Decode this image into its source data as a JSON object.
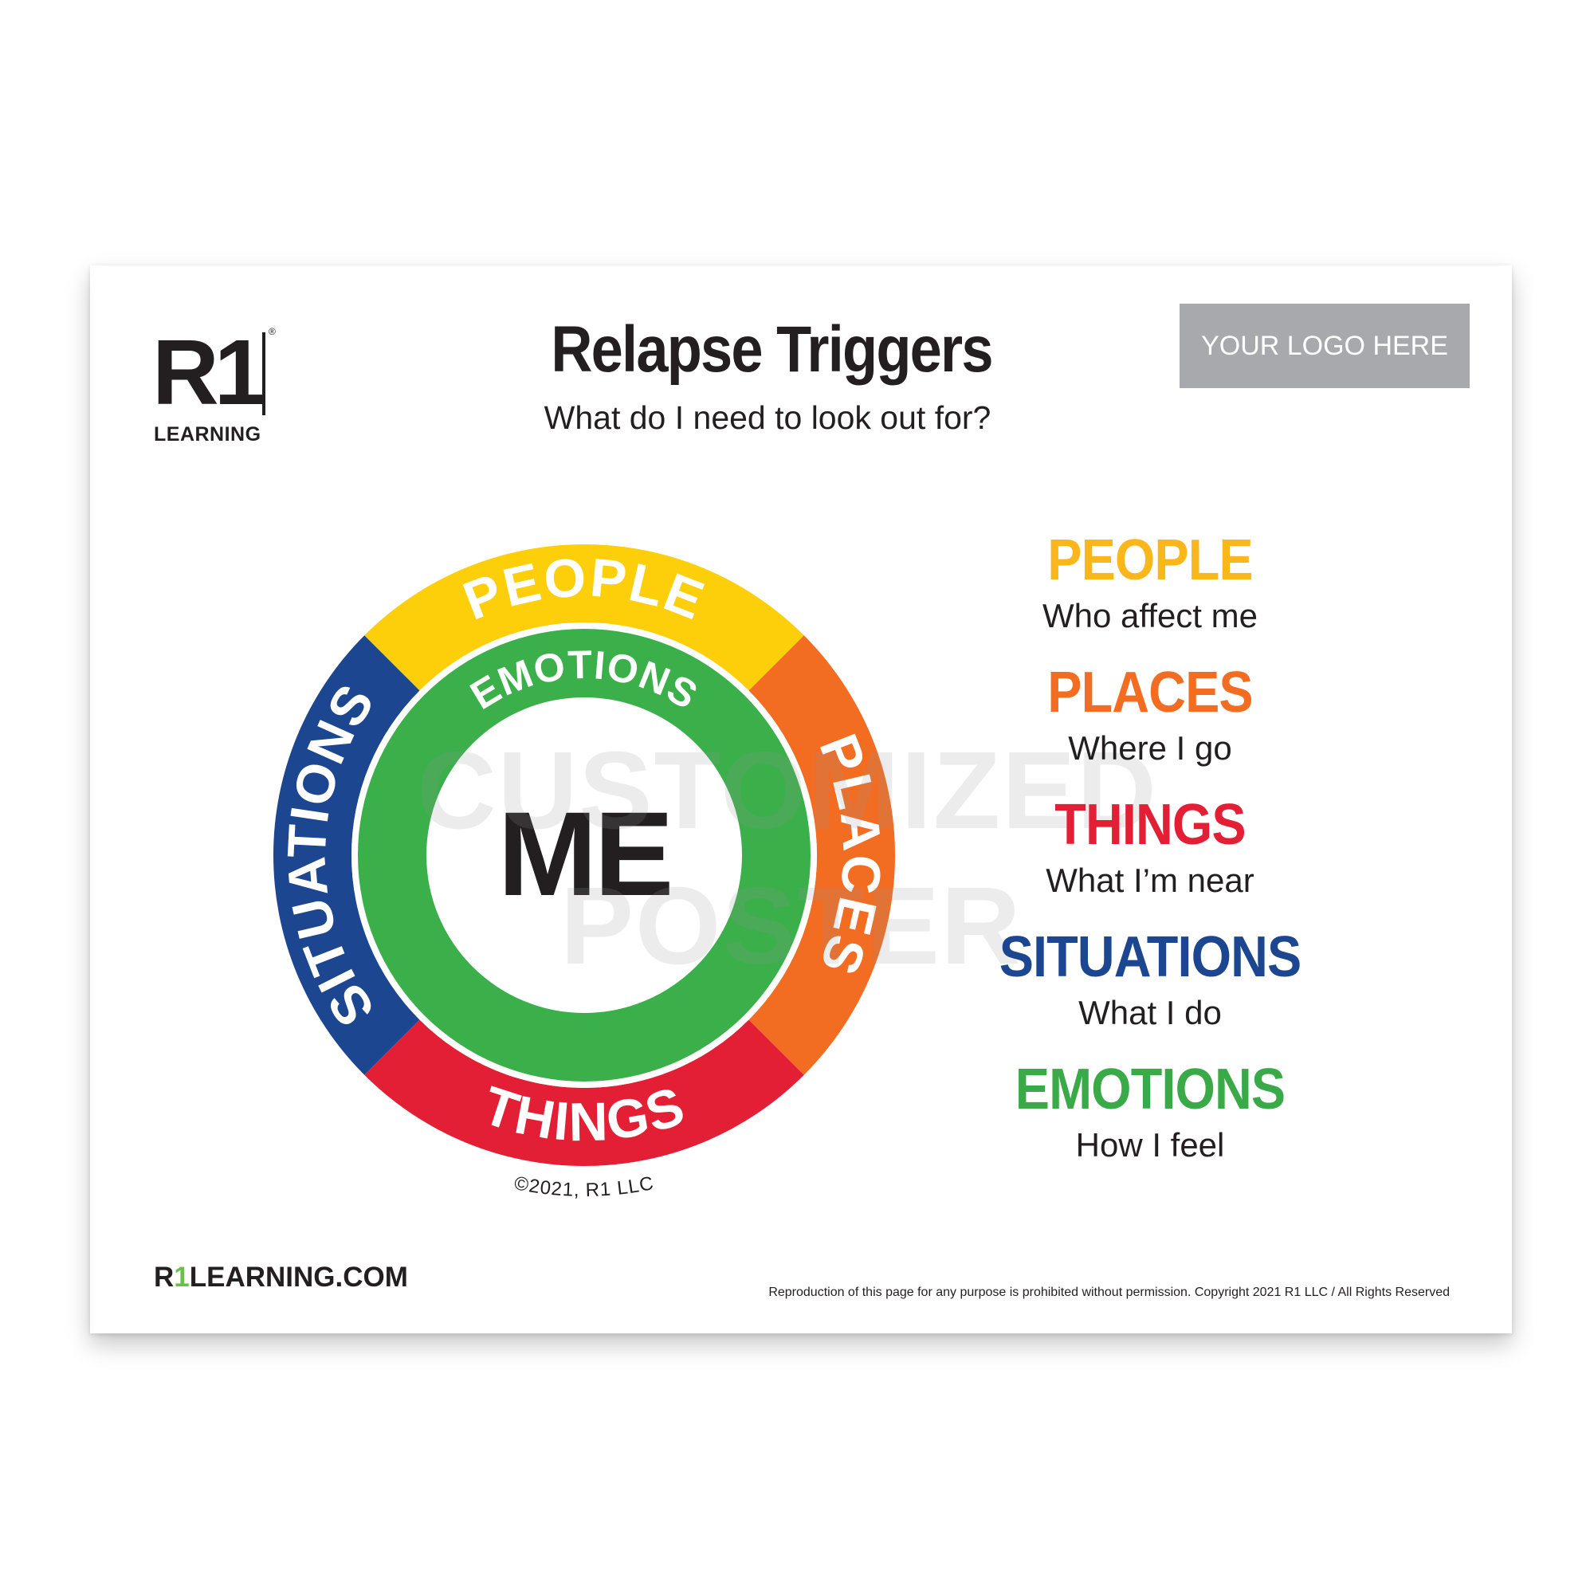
{
  "brand": {
    "mark": "R1",
    "wordmark": "LEARNING",
    "reg_symbol": "®",
    "website_prefix": "R",
    "website_one": "1",
    "website_suffix": "LEARNING.COM"
  },
  "header": {
    "title": "Relapse Triggers",
    "subtitle": "What do I need to look out for?"
  },
  "logo_placeholder": "YOUR LOGO HERE",
  "wheel": {
    "center": "ME",
    "inner_ring": "EMOTIONS",
    "segments": {
      "people": "PEOPLE",
      "places": "PLACES",
      "things": "THINGS",
      "situations": "SITUATIONS"
    },
    "copyright": "©2021, R1 LLC"
  },
  "watermark": {
    "line1": "CUSTOMIZED",
    "line2": "POSTER"
  },
  "legend": [
    {
      "head": "PEOPLE",
      "desc": "Who affect me",
      "color": "#f9b71c"
    },
    {
      "head": "PLACES",
      "desc": "Where I go",
      "color": "#f26c22"
    },
    {
      "head": "THINGS",
      "desc": "What I’m near",
      "color": "#e21f35"
    },
    {
      "head": "SITUATIONS",
      "desc": "What I do",
      "color": "#1c4690"
    },
    {
      "head": "EMOTIONS",
      "desc": "How I feel",
      "color": "#3aaa48"
    }
  ],
  "colors": {
    "people": "#fdcf0a",
    "places": "#f26c22",
    "things": "#e21f35",
    "situations": "#1c4690",
    "emotions": "#3aaf4a",
    "logo_box": "#a7a9ac"
  },
  "footer": {
    "fineprint": "Reproduction of this page for any purpose is prohibited without permission. Copyright 2021 R1 LLC / All Rights Reserved"
  }
}
